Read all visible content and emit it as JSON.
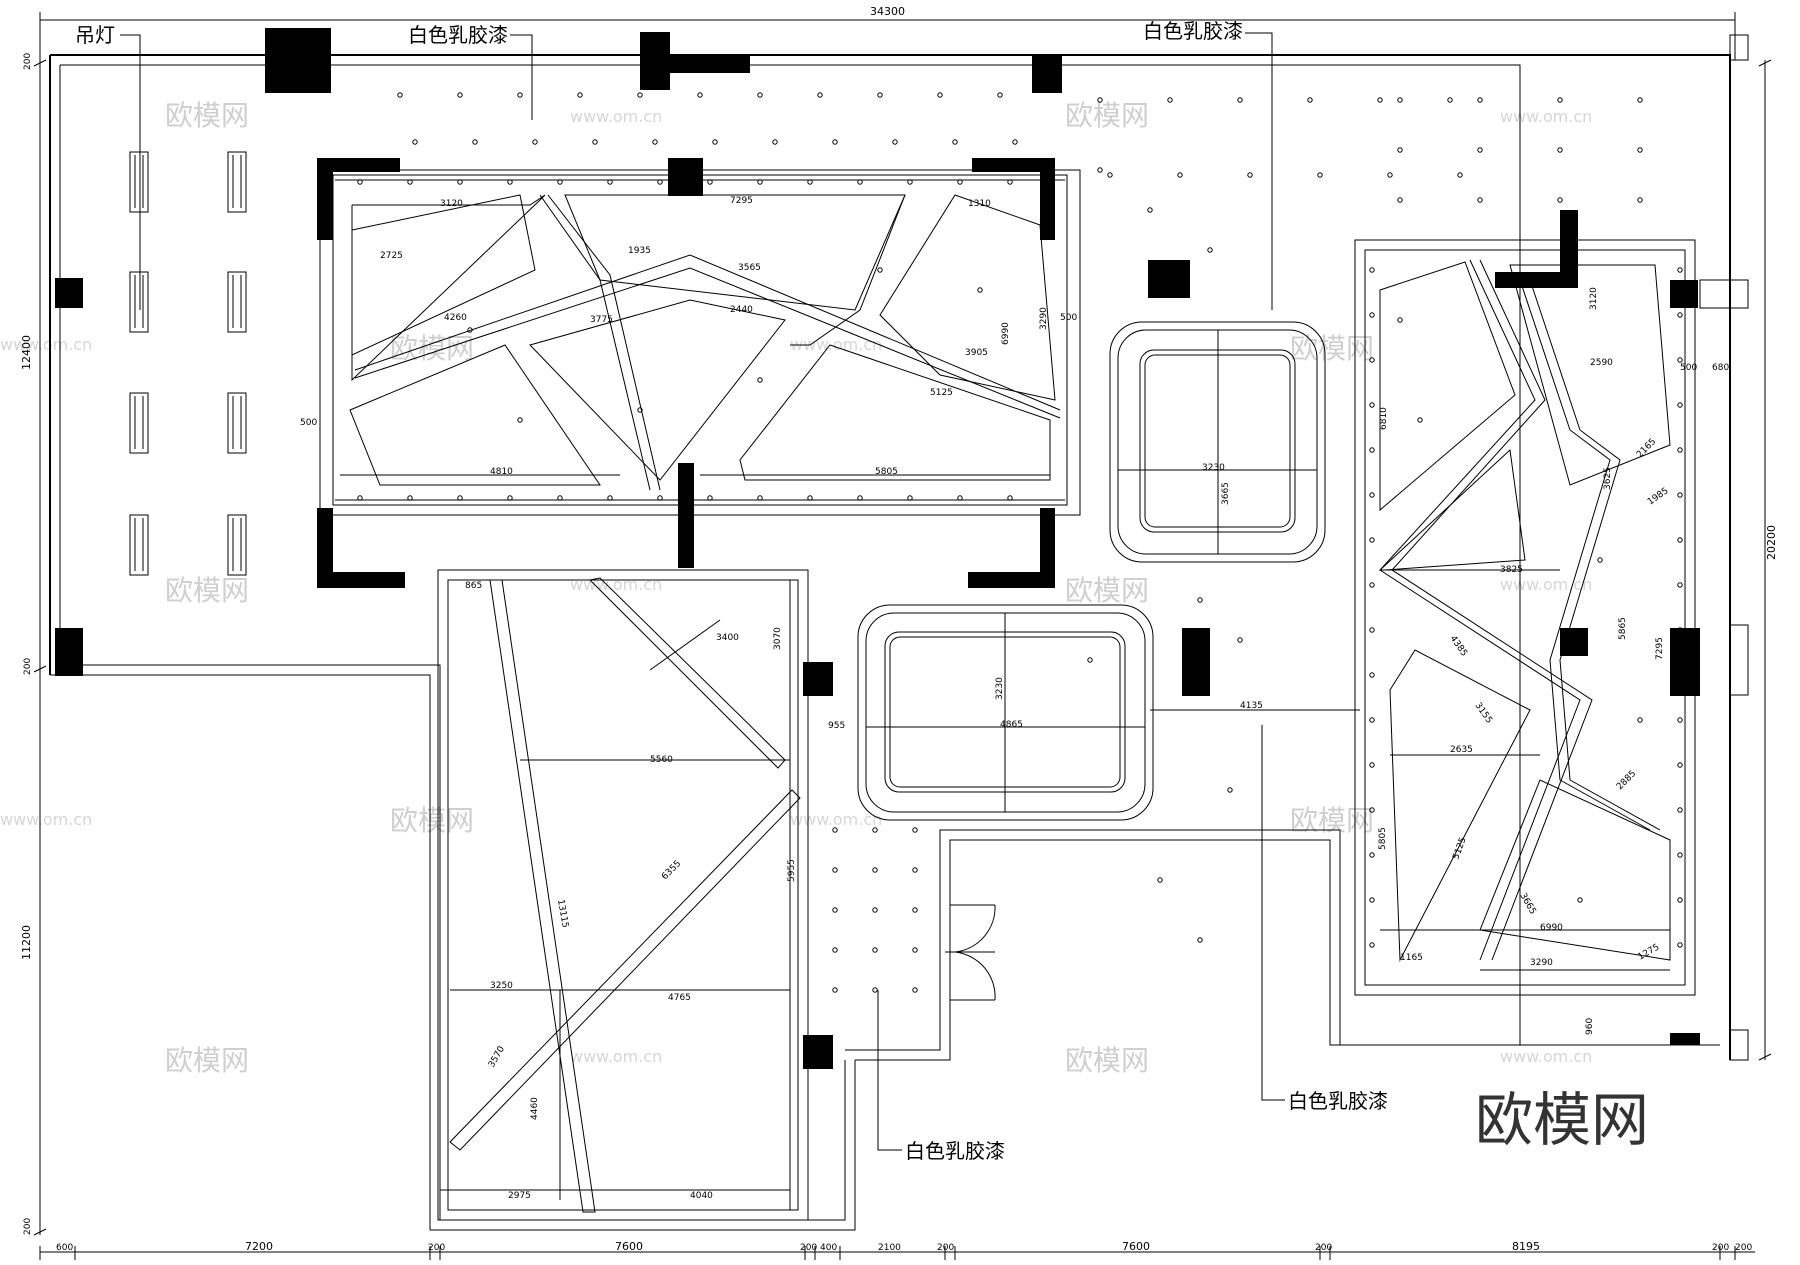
{
  "plan": {
    "overall_width": "34300",
    "overall_height": "20200",
    "left_dims": [
      "200",
      "12400",
      "200",
      "11200",
      "200"
    ],
    "bottom_dims": [
      "600",
      "7200",
      "200",
      "7600",
      "200",
      "400",
      "2100",
      "200",
      "7600",
      "200",
      "8195",
      "200",
      "200"
    ],
    "labels": {
      "pendant_lamp": "吊灯",
      "latex_top_left": "白色乳胶漆",
      "latex_top_right": "白色乳胶漆",
      "latex_bottom_mid": "白色乳胶漆",
      "latex_bottom_right": "白色乳胶漆"
    },
    "inner_dims": {
      "a": "3120",
      "b": "7295",
      "c": "1310",
      "d": "2725",
      "e": "1935",
      "f": "3565",
      "g": "4260",
      "h": "3775",
      "i": "2440",
      "j": "3905",
      "k": "5125",
      "l": "4810",
      "m": "5805",
      "n": "6990",
      "o": "3290",
      "p": "4135",
      "q": "3230",
      "r": "3665",
      "s": "4865",
      "t": "955",
      "u": "5560",
      "v": "3400",
      "w": "3070",
      "x": "13115",
      "y": "6355",
      "z": "3250",
      "aa": "4765",
      "ab": "3570",
      "ac": "4460",
      "ad": "2975",
      "ae": "4040",
      "af": "865",
      "ag": "3825",
      "ah": "2635",
      "ai": "1165",
      "aj": "2165",
      "ak": "1985",
      "al": "2885",
      "am": "3155",
      "an": "5125",
      "ao": "2590",
      "ap": "4385",
      "aq": "3665",
      "ar": "960",
      "as": "6810",
      "at": "3625",
      "au": "5865",
      "av": "500",
      "aw": "680",
      "ax": "3120",
      "ay": "1275",
      "az": "5955"
    }
  },
  "watermark": {
    "brand_cn": "欧模网",
    "url": "www.om.cn"
  }
}
